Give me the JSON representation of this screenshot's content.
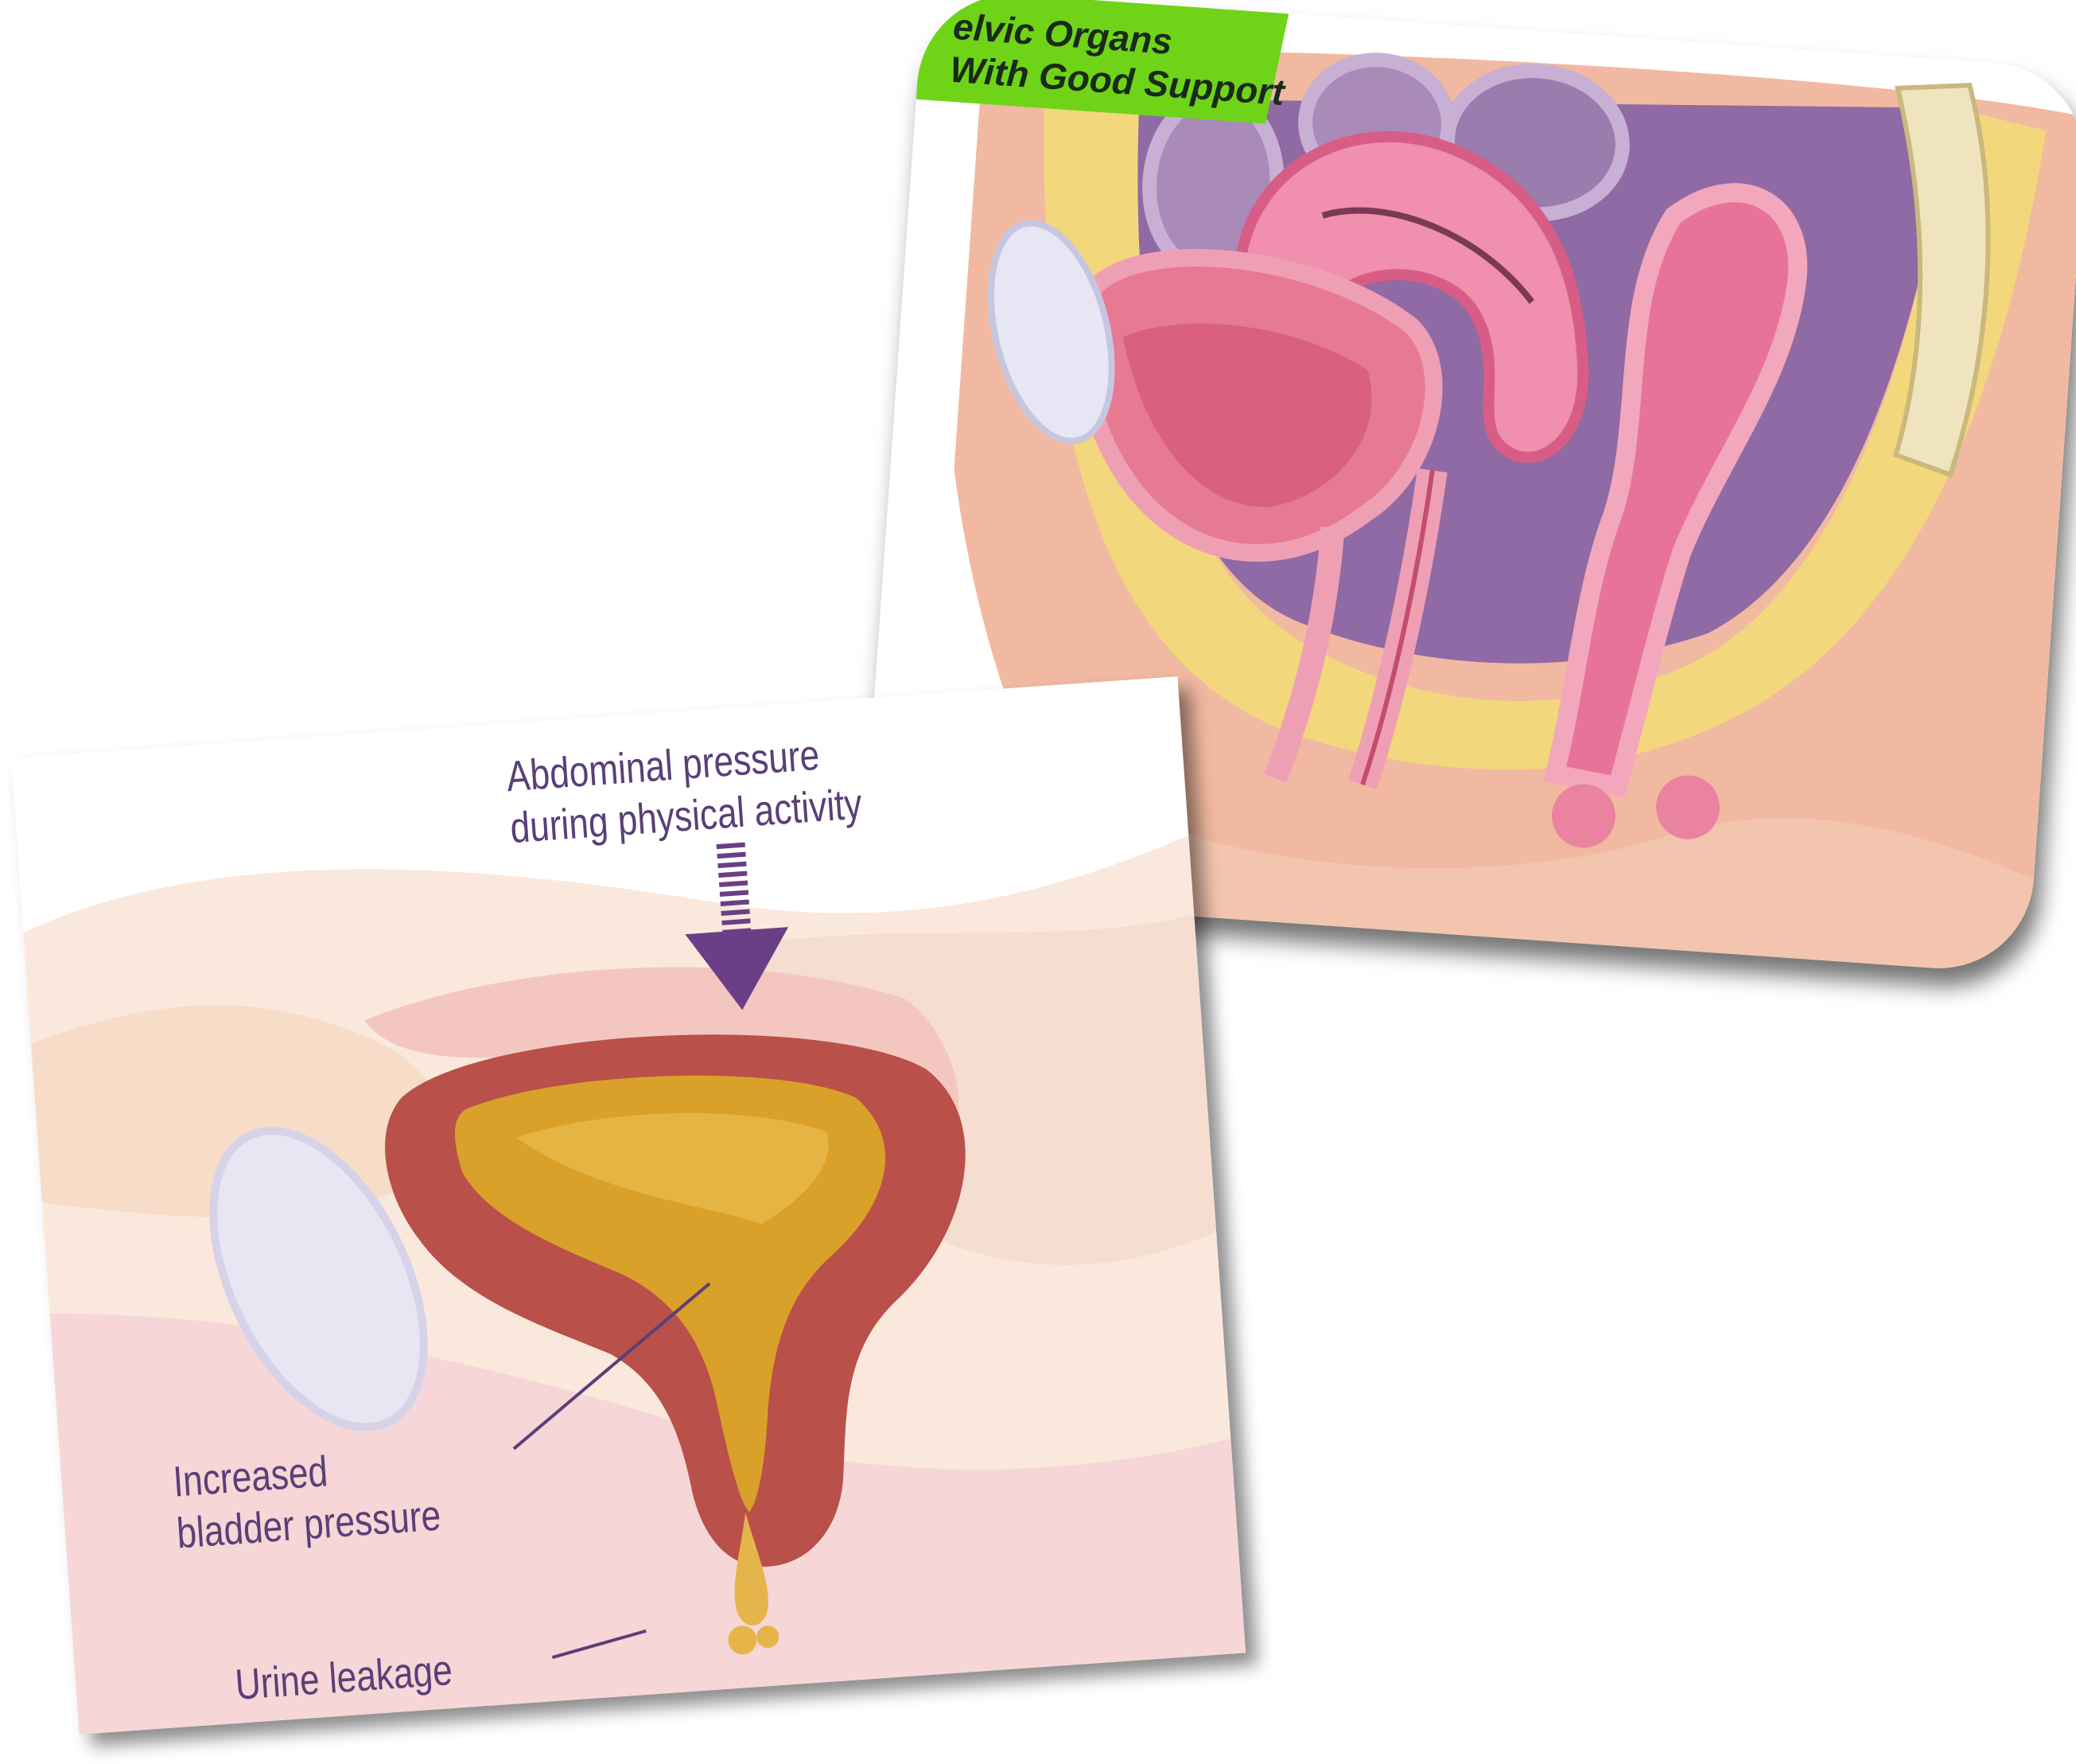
{
  "pelvic_card": {
    "title_line1": "elvic Organs",
    "title_line2": "With Good Support"
  },
  "bladder_card": {
    "label_abdominal_line1": "Abdominal pressure",
    "label_abdominal_line2": "during physical activity",
    "label_bladder_line1": "Increased",
    "label_bladder_line2": "bladder pressure",
    "label_leakage": "Urine leakage"
  },
  "colors": {
    "label_green": "#6fd417",
    "label_purple": "#5a3f78",
    "arrow_purple": "#6b3f86",
    "urine_gold": "#d9a02a",
    "bladder_wall": "#b9504a"
  }
}
